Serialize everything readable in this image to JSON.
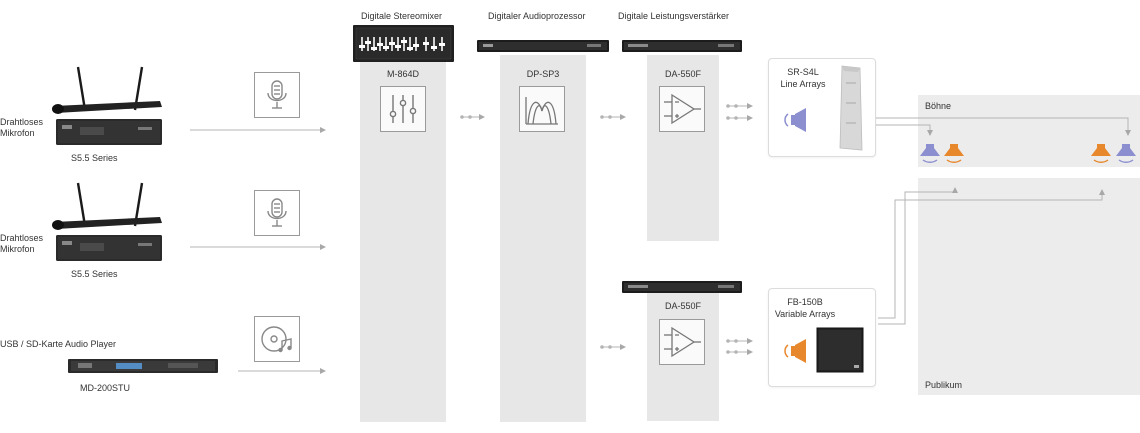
{
  "columns": {
    "mixer": {
      "header": "Digitale Stereomixer",
      "device": "M-864D"
    },
    "processor": {
      "header": "Digitaler Audioprozessor",
      "device": "DP-SP3"
    },
    "amplifier": {
      "header": "Digitale Leistungsverstärker",
      "device_top": "DA-550F",
      "device_bottom": "DA-550F"
    }
  },
  "sources": [
    {
      "label_line1": "Drahtloses",
      "label_line2": "Mikrofon",
      "model": "S5.5 Series",
      "icon": "microphone-icon"
    },
    {
      "label_line1": "Drahtloses",
      "label_line2": "Mikrofon",
      "model": "S5.5 Series",
      "icon": "microphone-icon"
    },
    {
      "label": "USB / SD-Karte Audio Player",
      "model": "MD-200STU",
      "icon": "disc-music-icon"
    }
  ],
  "speakers": {
    "line_array": {
      "model": "SR-S4L",
      "type": "Line Arrays",
      "icon": "speaker-blue-icon"
    },
    "variable_array": {
      "model": "FB-150B",
      "type": "Variable Arrays",
      "icon": "speaker-orange-icon"
    }
  },
  "zones": {
    "stage": "Böhne",
    "audience": "Publikum"
  },
  "colors": {
    "column_bg": "#e7e7e7",
    "zone_bg": "#ececec",
    "icon_stroke": "#8a8a8a",
    "speaker_blue": "#8b8fd0",
    "speaker_orange": "#e8882c",
    "connector": "#a8a8a8"
  }
}
